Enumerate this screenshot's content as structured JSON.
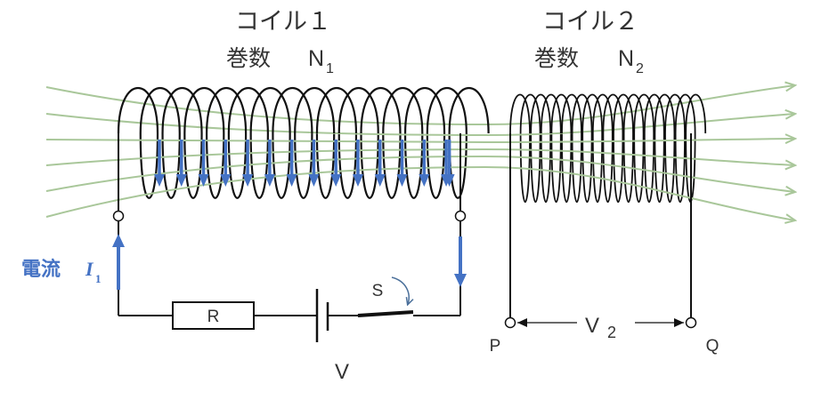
{
  "coil1": {
    "title": "コイル１",
    "turns_word": "巻数",
    "turns_symbol": "N",
    "turns_sub": "1"
  },
  "coil2": {
    "title": "コイル２",
    "turns_word": "巻数",
    "turns_symbol": "N",
    "turns_sub": "2"
  },
  "current": {
    "word": "電流",
    "symbol": "I",
    "sub": "1"
  },
  "circuit": {
    "resistor": "R",
    "switch": "S",
    "voltage": "V"
  },
  "output": {
    "voltage_symbol": "V",
    "voltage_sub": "2",
    "terminal_left": "P",
    "terminal_right": "Q"
  },
  "colors": {
    "wire": "#111111",
    "current_arrow": "#4472c4",
    "field_line": "#a9c79a",
    "text": "#333333"
  }
}
